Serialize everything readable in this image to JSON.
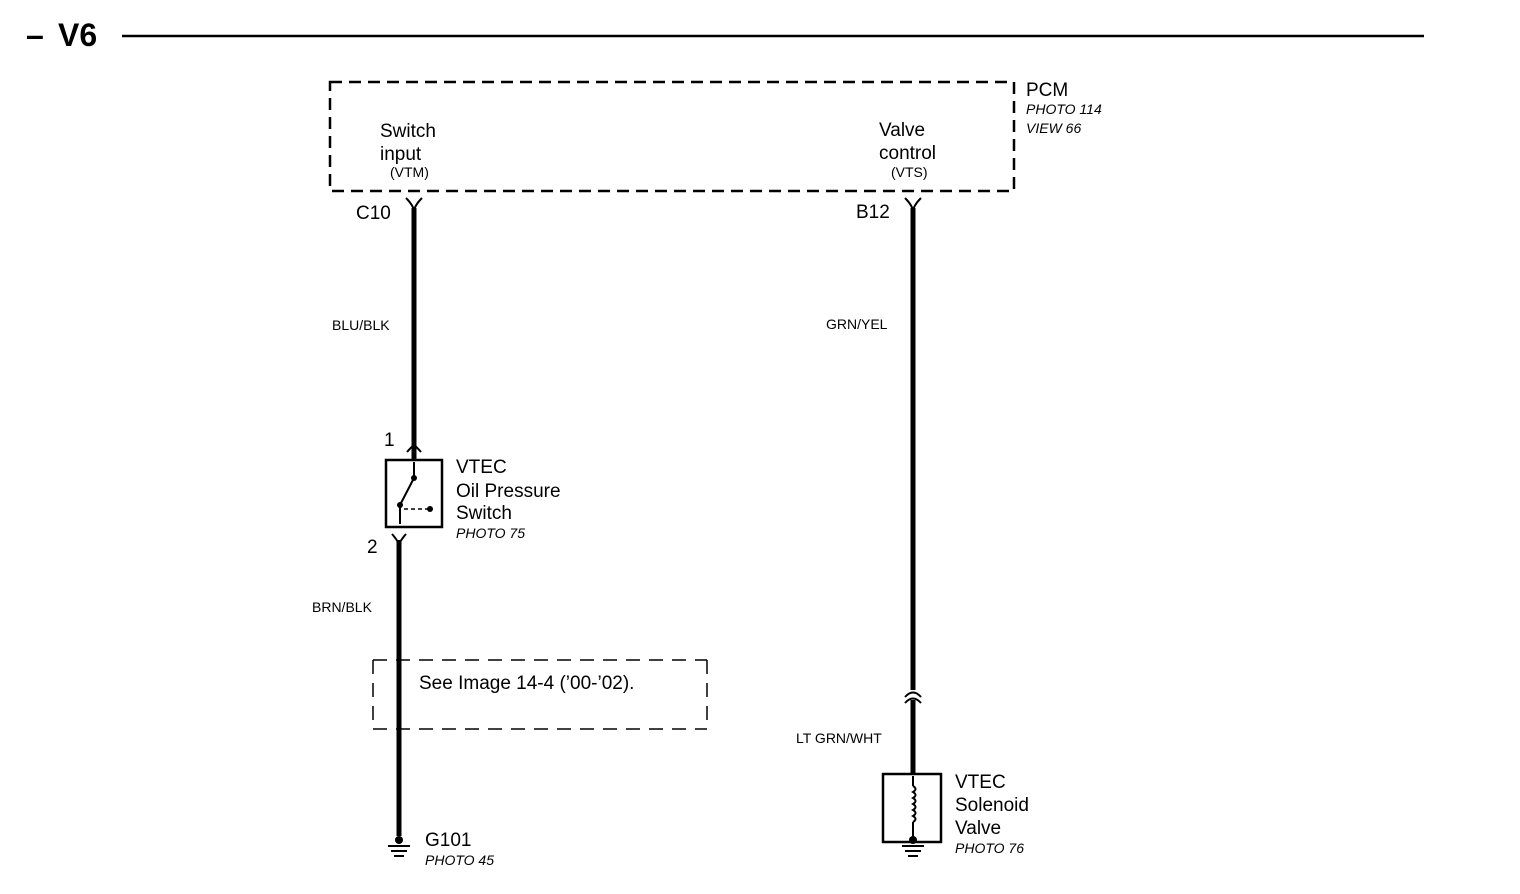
{
  "header": {
    "dash": "–",
    "title": "V6"
  },
  "pcm": {
    "name": "PCM",
    "photo": "PHOTO 114",
    "view": "VIEW 66",
    "switch_input": {
      "line1": "Switch",
      "line2": "input",
      "code": "(VTM)",
      "pin": "C10"
    },
    "valve_control": {
      "line1": "Valve",
      "line2": "control",
      "code": "(VTS)",
      "pin": "B12"
    }
  },
  "wires": {
    "left_upper": "BLU/BLK",
    "left_lower": "BRN/BLK",
    "right_upper": "GRN/YEL",
    "right_lower": "LT GRN/WHT"
  },
  "oil_pressure_switch": {
    "line1": "VTEC",
    "line2": "Oil Pressure",
    "line3": "Switch",
    "photo": "PHOTO 75",
    "pin_top": "1",
    "pin_bottom": "2"
  },
  "see_image_note": "See Image 14-4 (’00-’02).",
  "ground": {
    "name": "G101",
    "photo": "PHOTO 45"
  },
  "solenoid_valve": {
    "line1": "VTEC",
    "line2": "Solenoid",
    "line3": "Valve",
    "photo": "PHOTO 76"
  }
}
